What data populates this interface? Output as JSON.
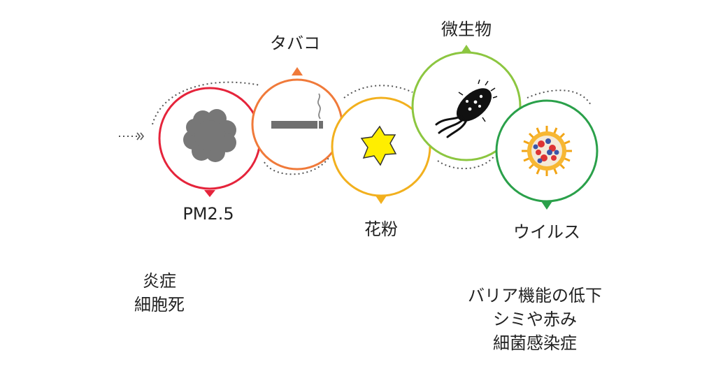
{
  "colors": {
    "pm25": "#e5243b",
    "tobacco": "#f07a3a",
    "pollen": "#f2b01e",
    "microbe": "#8cc640",
    "virus": "#2aa04a",
    "dotted": "#555555"
  },
  "items": [
    {
      "label": "PM2.5",
      "icon": "smog-cloud-icon"
    },
    {
      "label": "タバコ",
      "icon": "cigarette-icon"
    },
    {
      "label": "花粉",
      "icon": "pollen-star-icon"
    },
    {
      "label": "微生物",
      "icon": "bacterium-icon"
    },
    {
      "label": "ウイルス",
      "icon": "virus-icon"
    }
  ],
  "effects_left": [
    "炎症",
    "細胞死"
  ],
  "effects_right": [
    "バリア機能の低下",
    "シミや赤み",
    "細菌感染症"
  ]
}
